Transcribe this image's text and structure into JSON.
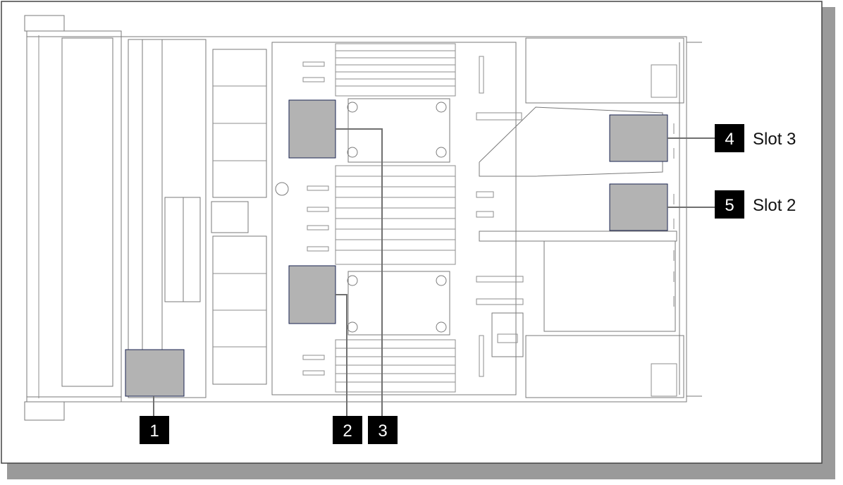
{
  "diagram": {
    "callouts": [
      {
        "label": "1"
      },
      {
        "label": "2"
      },
      {
        "label": "3"
      },
      {
        "label": "4",
        "slot_label": "Slot 3"
      },
      {
        "label": "5",
        "slot_label": "Slot 2"
      }
    ],
    "colors": {
      "callout_fill": "#000000",
      "callout_text": "#ffffff",
      "location_fill": "#b3b3b3",
      "location_stroke": "#1a2350",
      "leader_line": "#707070",
      "chassis_line": "#7a7a7a"
    }
  }
}
